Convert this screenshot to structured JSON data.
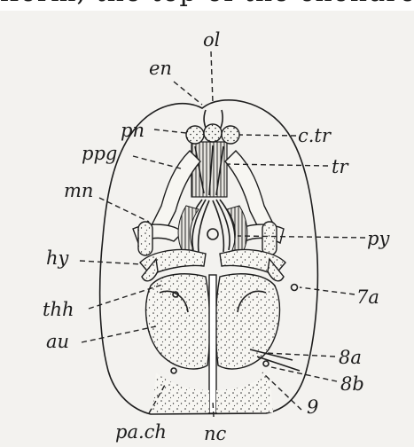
{
  "header": {
    "cropped_text": "iform, the top of the chondrocranium, which ultimately beco"
  },
  "labels": {
    "ol": "ol",
    "en": "en",
    "pn": "pn",
    "ctr": "c.tr",
    "ppg": "ppg",
    "tr": "tr",
    "mn": "mn",
    "py": "py",
    "hy": "hy",
    "sevenA": "7a",
    "thh": "thh",
    "au": "au",
    "eightA": "8a",
    "eightB": "8b",
    "nine": "9",
    "pach": "pa.ch",
    "nc": "nc"
  }
}
